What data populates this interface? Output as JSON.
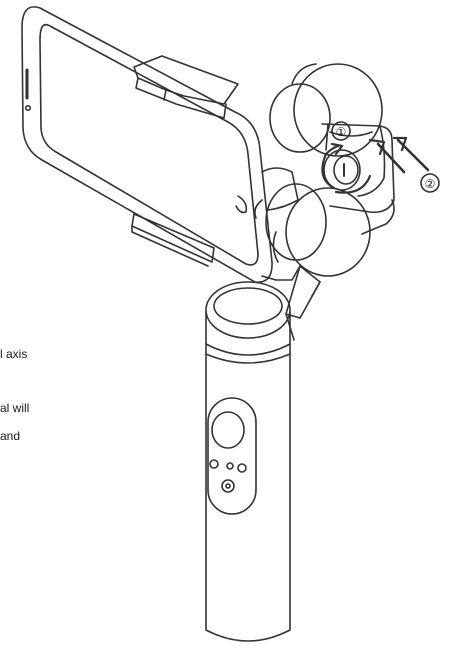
{
  "labels": {
    "step1": "①",
    "step2": "②"
  },
  "side_text": {
    "line1": "l axis",
    "line2": "al will",
    "line3": "and"
  },
  "colors": {
    "line": "#333333",
    "background": "#ffffff"
  }
}
